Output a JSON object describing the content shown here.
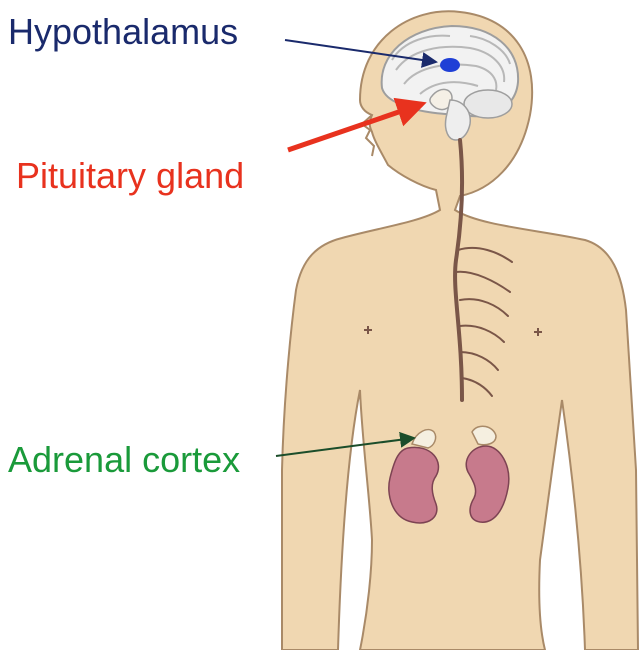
{
  "labels": {
    "hypothalamus": "Hypothalamus",
    "pituitary": "Pituitary gland",
    "adrenal": "Adrenal cortex"
  },
  "colors": {
    "hypothalamus_label": "#1a2a6c",
    "pituitary_label": "#e8321e",
    "adrenal_label": "#1a9a3a",
    "skin": "#f0d7b1",
    "outline": "#a98a68",
    "brain": "#f2f2f2",
    "hypothalamus_spot": "#1f3fd6",
    "nerve": "#7a5648",
    "kidney": "#c77a8c",
    "adrenal_gland": "#f5efe0"
  },
  "icons": {
    "hypothalamus_arrow": "arrow-icon",
    "pituitary_arrow": "arrow-icon",
    "adrenal_arrow": "arrow-icon"
  }
}
